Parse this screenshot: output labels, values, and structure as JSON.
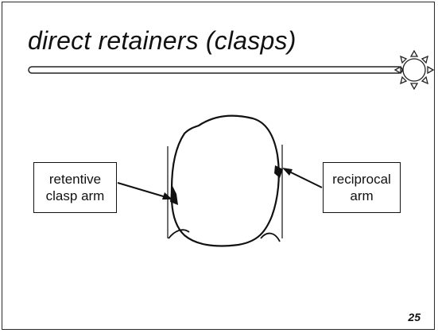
{
  "slide": {
    "title": "direct retainers (clasps)",
    "left_label": {
      "line1": "retentive",
      "line2": "clasp arm"
    },
    "right_label": {
      "line1": "reciprocal",
      "line2": "arm"
    },
    "page_number": "25"
  },
  "icons": {
    "title_rule_decoration": "sun-icon"
  }
}
